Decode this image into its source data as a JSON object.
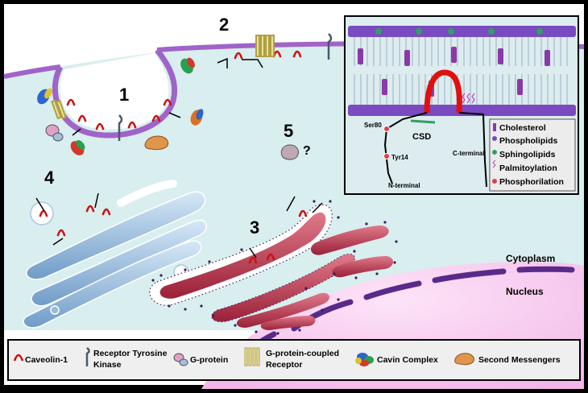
{
  "numbers": [
    "1",
    "2",
    "3",
    "4",
    "5"
  ],
  "question_mark": "?",
  "compartments": {
    "cytoplasm": "Cytoplasm",
    "nucleus": "Nucleus"
  },
  "inset": {
    "csd": "CSD",
    "ser80": "Ser80",
    "tyr14": "Tyr14",
    "n_terminal": "N-terminal",
    "c_terminal": "C-terminal",
    "key": [
      "Cholesterol",
      "Phospholipids",
      "Sphingolipids",
      "Palmitoylation",
      "Phosphorilation"
    ]
  },
  "legend": {
    "caveolin": "Caveolin-1",
    "rtk_line1": "Receptor Tyrosine",
    "rtk_line2": "Kinase",
    "gprotein": "G-protein",
    "gpcr_line1": "G-protein-coupled",
    "gpcr_line2": "Receptor",
    "cavin": "Cavin Complex",
    "messengers": "Second Messengers"
  },
  "colors": {
    "cytoplasm": "#d9eeee",
    "membrane": "#a064c8",
    "caveolin": "#cc1111",
    "nucleus": "#f8c8f0",
    "nuclear_envelope": "#5a2a8a",
    "golgi_blue": "#8fb6d8",
    "er_red": "#b8384c",
    "inset_bg": "#dcecef"
  }
}
